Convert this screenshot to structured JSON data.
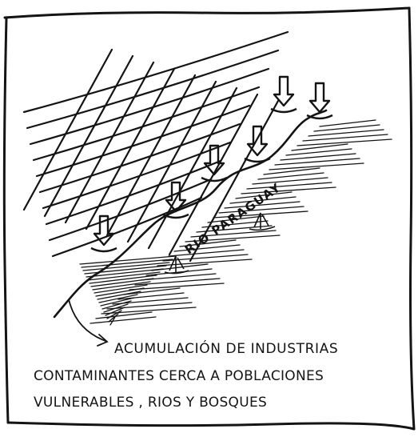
{
  "river_label": "RIO PARAGUAY",
  "caption": {
    "line1": "ACUMULACIÓN DE INDUSTRIAS",
    "line2": "CONTAMINANTES CERCA A POBLACIONES",
    "line3": "VULNERABLES , RIOS Y BOSQUES"
  },
  "colors": {
    "ink": "#141414",
    "paper": "#ffffff"
  }
}
